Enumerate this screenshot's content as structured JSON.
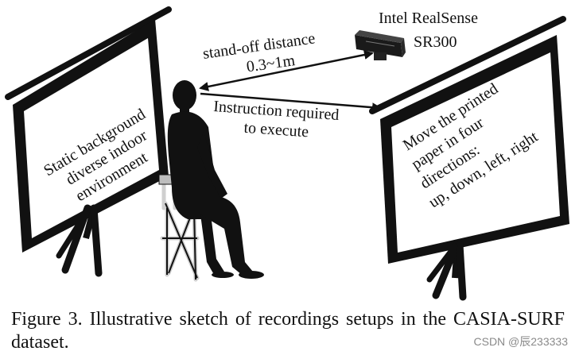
{
  "left_screen": {
    "lines": [
      "Static background",
      "diverse indoor",
      "environment"
    ]
  },
  "right_screen": {
    "lines": [
      "Move the printed",
      "paper in four",
      "directions:",
      "up, down, left, right"
    ]
  },
  "camera": {
    "label_line1": "Intel RealSense",
    "label_line2": "SR300"
  },
  "distance_arrow": {
    "label_line1": "stand-off distance",
    "label_line2": "0.3~1m"
  },
  "instruction_arrow": {
    "label_line1": "Instruction required",
    "label_line2": "to execute"
  },
  "caption": "Figure 3. Illustrative sketch of recordings setups in the CASIA-SURF dataset.",
  "watermark": "CSDN @辰233333"
}
